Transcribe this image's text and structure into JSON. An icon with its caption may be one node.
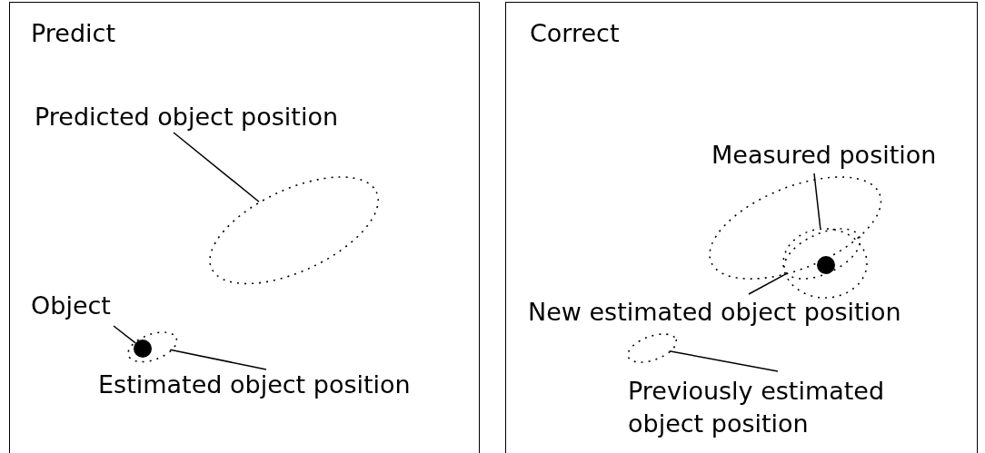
{
  "diagram": {
    "nodes": [
      {
        "text": [
          "Predict"
        ]
      },
      {
        "text": [
          "Predicted object position"
        ],
        "in": 0
      },
      {
        "text": [],
        "shape": "ellipse",
        "in": 0
      },
      {
        "text": [
          "Object"
        ],
        "in": 0
      },
      {
        "text": [],
        "shape": "circle",
        "in": 5
      },
      {
        "text": [],
        "shape": "ellipse",
        "in": 0
      },
      {
        "text": [
          "Estimated object position"
        ],
        "in": 0
      },
      {
        "text": [
          "Correct"
        ]
      },
      {
        "text": [
          "Measured position"
        ],
        "in": 7
      },
      {
        "text": [],
        "shape": "ellipse",
        "in": 7
      },
      {
        "text": [],
        "shape": "ellipse",
        "in": 7
      },
      {
        "text": [],
        "shape": "ellipse"
      },
      {
        "text": [],
        "shape": "circle",
        "in": 11
      },
      {
        "text": [
          "New estimated object position"
        ],
        "in": 7
      },
      {
        "text": [],
        "shape": "ellipse",
        "in": 7
      },
      {
        "text": [
          "Previously estimated object position"
        ],
        "in": 7
      }
    ],
    "edges": [
      {
        "from": 1,
        "to": 2,
        "arrow": "none"
      },
      {
        "from": 3,
        "to": 4,
        "arrow": "none"
      },
      {
        "from": 6,
        "to": 5,
        "arrow": "none"
      },
      {
        "from": 8,
        "to": 10,
        "arrow": "none"
      },
      {
        "from": 13,
        "to": 11,
        "arrow": "none"
      },
      {
        "from": 15,
        "to": 14,
        "arrow": "none"
      }
    ]
  }
}
